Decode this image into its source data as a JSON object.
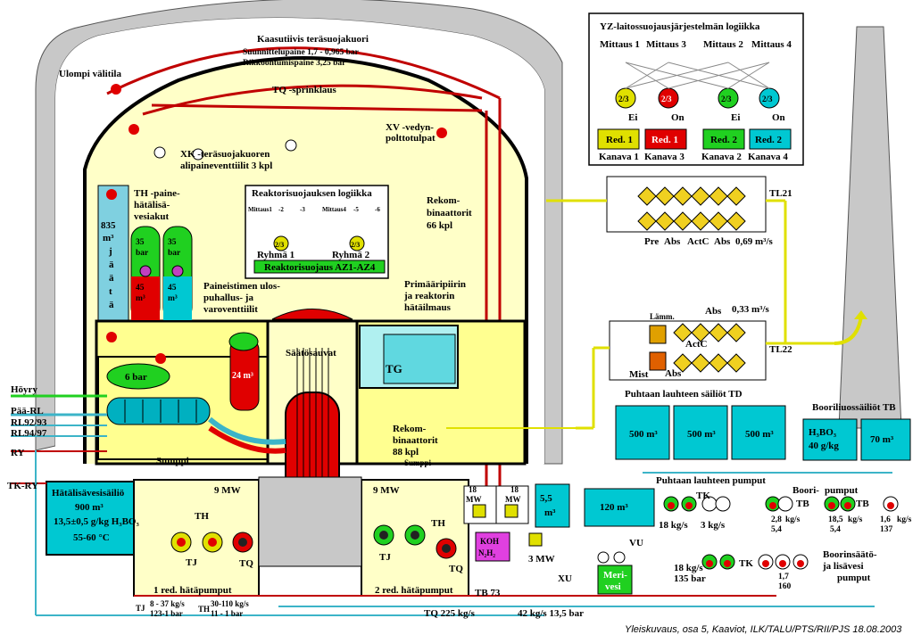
{
  "containment": {
    "outer_annulus": "Ulompi välitila",
    "steel_shell": "Kaasutiivis teräsuojakuori",
    "design_pressure": "Suunnittelupaine 1,7 - 0,965 bar",
    "failure_pressure": "Rikkoontumispaine 3,25 bar",
    "sprinkler": "TQ -sprinklaus",
    "hydrogen_igniters": [
      "XV -vedyn-",
      "polttotulpat"
    ],
    "underpressure_valves": [
      "XK -teräsuojakuoren",
      "alipaineventtiilit 3 kpl"
    ],
    "accumulators": [
      "TH -paine-",
      "hätälisä-",
      "vesiakut"
    ],
    "ice_condenser": [
      "835",
      "m³",
      "j",
      "ä",
      "ä",
      "t",
      "ä"
    ],
    "acc1": [
      "35",
      "bar",
      "45",
      "m³"
    ],
    "acc2": [
      "35",
      "bar",
      "45",
      "m³"
    ],
    "pressurizer_valves": [
      "Paineistimen ulos-",
      "puhallus- ja",
      "varoventtiilit"
    ],
    "recombiners_upper": [
      "Rekom-",
      "binaattorit",
      "66 kpl"
    ],
    "recombiners_lower": [
      "Rekom-",
      "binaattorit",
      "88 kpl"
    ],
    "primary_vent": [
      "Primääripiirin",
      "ja reaktorin",
      "hätäilmaus"
    ],
    "control_rods": "Säätösauvat",
    "pressurizer_volume": "24 m³",
    "bubbler_tank": "6 bar",
    "tg": "TG",
    "sump_left": "Sumppi",
    "sump_right": "Sumppi"
  },
  "reactor_protection": {
    "title": "Reaktorisuojauksen logiikka",
    "group1_channels": [
      "Mittaus1",
      "-2",
      "-3"
    ],
    "group2_channels": [
      "Mittaus4",
      "-5",
      "-6"
    ],
    "vote": "2/3",
    "group1": "Ryhmä 1",
    "group2": "Ryhmä 2",
    "scram": "Reaktorisuojaus AZ1-AZ4"
  },
  "yz_logic": {
    "title": "YZ-laitossuojausjärjestelmän logiikka",
    "channels": [
      "Mittaus 1",
      "Mittaus 3",
      "Mittaus 2",
      "Mittaus 4"
    ],
    "vote": "2/3",
    "states": [
      "Ei",
      "On",
      "Ei",
      "On"
    ],
    "boxes": [
      "Red. 1",
      "Red. 1",
      "Red. 2",
      "Red. 2"
    ],
    "kanavat": [
      "Kanava 1",
      "Kanava 3",
      "Kanava 2",
      "Kanava 4"
    ]
  },
  "left_labels": {
    "steam": "Höyry",
    "feed1": "Pää-RL",
    "feed2": "RL92/93",
    "feed3": "RL94/97",
    "ry": "RY",
    "tkry": "TK-RY"
  },
  "emergency_tank": {
    "title": "Hätälisävesisäiliö",
    "volume": "900 m³",
    "boron": "13,5±0,5 g/kg H₃BO₃",
    "temp": "55-60 °C"
  },
  "pumps_red1": {
    "title": "1 red. hätäpumput",
    "tj": "TJ",
    "th": "TH",
    "tq": "TQ",
    "mw": "9 MW",
    "tj_data": [
      "8 - 37 kg/s",
      "123-1 bar"
    ],
    "th_data": [
      "30-110 kg/s",
      "11 - 1 bar"
    ],
    "tj_label": "TJ",
    "th_label": "TH"
  },
  "pumps_red2": {
    "title": "2 red. hätäpumput",
    "tj": "TJ",
    "th": "TH",
    "tq": "TQ",
    "mw": "9 MW"
  },
  "hx": {
    "mw18a": [
      "18",
      "MW"
    ],
    "mw18b": [
      "18",
      "MW"
    ],
    "koh": [
      "KOH",
      "N₂H₂"
    ],
    "tb73": "TB 73",
    "xu_tank": [
      "5,5",
      "m³"
    ],
    "tank120": "120 m³",
    "mw3": "3 MW",
    "vu": "VU",
    "xu": "XU",
    "merivesi": [
      "Meri-",
      "vesi"
    ]
  },
  "filters": {
    "tl21": "TL21",
    "tl22": "TL22",
    "row1": [
      "Pre",
      "Abs",
      "ActC",
      "Abs",
      "0,69 m³/s"
    ],
    "lamm": "Lämm.",
    "abs_top": "Abs",
    "flow2": "0,33 m³/s",
    "actc": "ActC",
    "mist": "Mist",
    "abs_bottom": "Abs"
  },
  "td": {
    "title": "Puhtaan lauhteen säiliöt TD",
    "tanks": [
      "500 m³",
      "500 m³",
      "500 m³"
    ],
    "pumps_label": "Puhtaan lauhteen pumput",
    "tk": "TK",
    "flow_a": "18 kg/s",
    "flow_b": "3 kg/s"
  },
  "tb": {
    "title": "Booriliuossäiliöt TB",
    "tank1": [
      "H₃BO₃",
      "40 g/kg"
    ],
    "tank2": "70 m³",
    "pumps_label": [
      "Boori-",
      "pumput"
    ],
    "tb": "TB",
    "tb2": "TB",
    "flow1": [
      "2,8",
      "kg/s",
      "5,4"
    ],
    "flow2": [
      "18,5",
      "kg/s",
      "5,4"
    ],
    "flow3": [
      "1,6",
      "kg/s",
      "137"
    ],
    "makeup": [
      "Boorinsäätö-",
      "ja lisävesi",
      "pumput"
    ],
    "tk": "TK",
    "tk_data": [
      "18 kg/s",
      "135 bar"
    ],
    "flow4": [
      "1,7",
      "160"
    ]
  },
  "bottom": {
    "tq_flow": "TQ 225 kg/s",
    "line2": "42 kg/s 13,5 bar",
    "caption": "Yleiskuvaus, osa 5, Kaaviot, ILK/TALU/PTS/RII/PJS 18.08.2003"
  },
  "colors": {
    "floor": "#ffffc8",
    "concrete": "#c8c8c8",
    "pipe_red": "#c00000",
    "pipe_cyan": "#3cb4c8",
    "water": "#00c8d2",
    "green": "#20d020",
    "filter_yellow": "#f0d020"
  }
}
